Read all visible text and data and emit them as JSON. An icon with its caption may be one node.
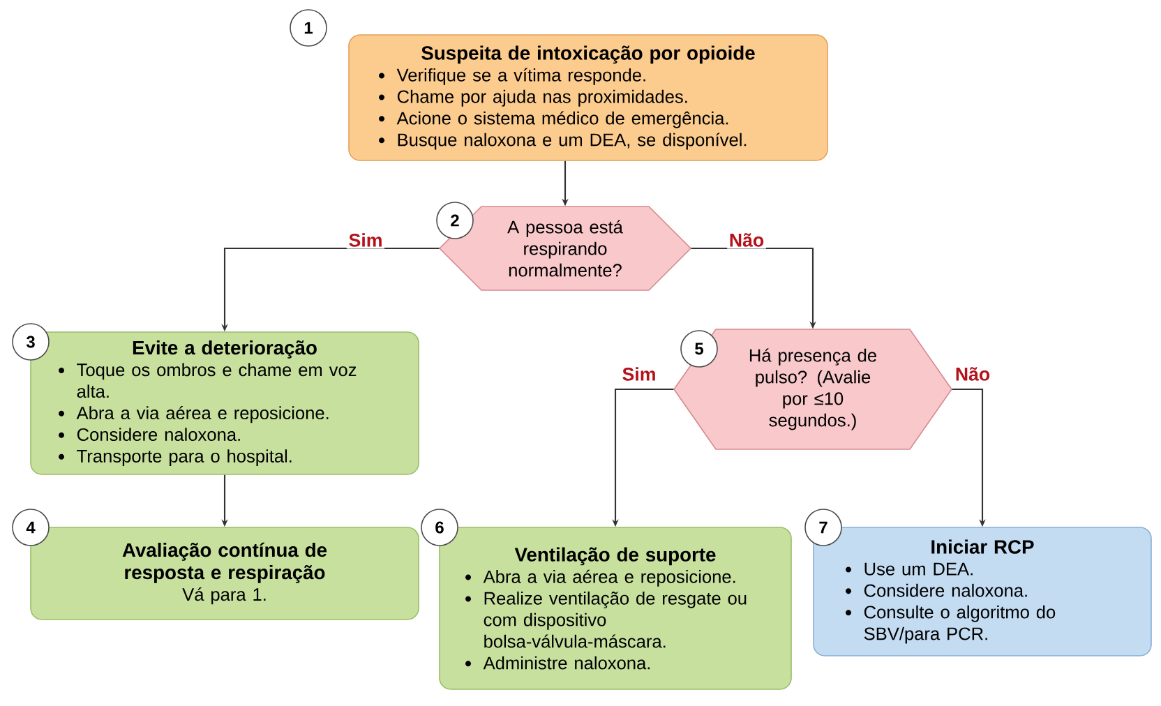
{
  "diagram": {
    "nodes": [
      {
        "text": [
          "1",
          "Suspeita de intoxicação por opioide",
          "Verifique se a vítima responde.",
          "Chame por ajuda nas proximidades.",
          "Acione o sistema médico de emergência.",
          "Busque naloxona e um DEA, se disponível."
        ]
      },
      {
        "text": [
          "2",
          "A pessoa está respirando normalmente?"
        ]
      },
      {
        "text": [
          "3",
          "Evite a deterioração",
          "Toque os ombros e chame em voz alta.",
          "Abra a via aérea e reposicione.",
          "Considere naloxona.",
          "Transporte para o hospital."
        ]
      },
      {
        "text": [
          "4",
          "Avaliação contínua de resposta e respiração",
          "Vá para 1."
        ]
      },
      {
        "text": [
          "5",
          "Há presença de pulso? (Avalie por ≤10 segundos.)"
        ]
      },
      {
        "text": [
          "6",
          "Ventilação de suporte",
          "Abra a via aérea e reposicione.",
          "Realize ventilação de resgate ou com dispositivo bolsa-válvula-máscara.",
          "Administre naloxona."
        ]
      },
      {
        "text": [
          "7",
          "Iniciar RCP",
          "Use um DEA.",
          "Considere naloxona.",
          "Consulte o algoritmo do SBV/para PCR."
        ]
      }
    ],
    "edges": [
      {
        "from": 0,
        "to": 1,
        "arrow": "to"
      },
      {
        "from": 1,
        "to": 2,
        "arrow": "to",
        "label": "Sim"
      },
      {
        "from": 1,
        "to": 4,
        "arrow": "to",
        "label": "Não"
      },
      {
        "from": 2,
        "to": 3,
        "arrow": "to"
      },
      {
        "from": 4,
        "to": 5,
        "arrow": "to",
        "label": "Sim"
      },
      {
        "from": 4,
        "to": 6,
        "arrow": "to",
        "label": "Não"
      }
    ]
  }
}
